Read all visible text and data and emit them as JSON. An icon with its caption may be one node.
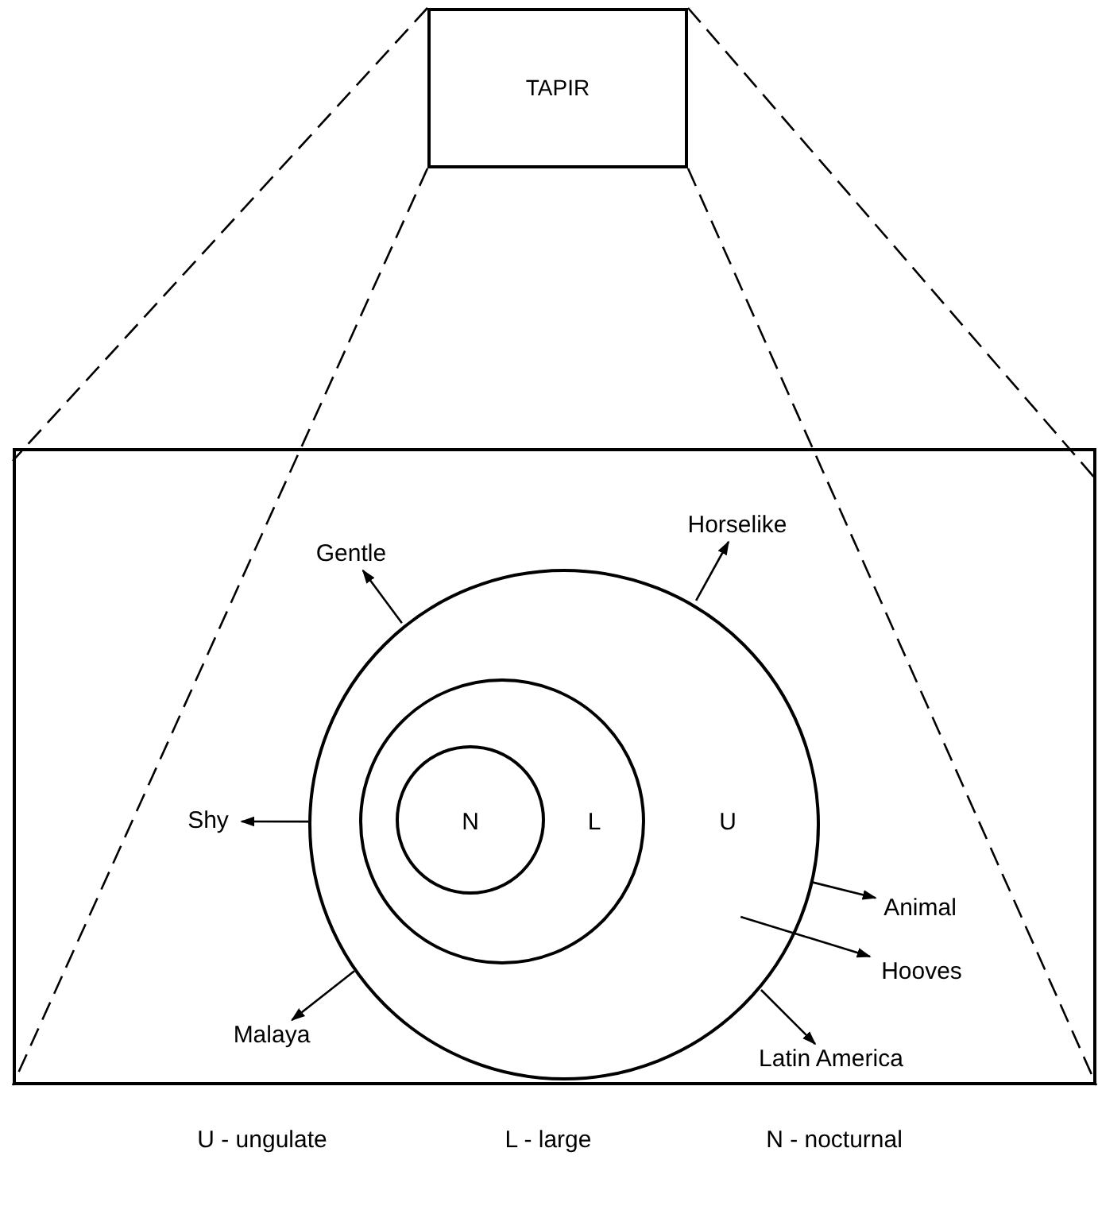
{
  "diagram": {
    "nodes": [
      {
        "text": [
          "TAPIR"
        ]
      },
      {
        "text": [],
        "shape": "box"
      },
      {
        "text": [
          "U"
        ],
        "in": 1
      },
      {
        "text": [
          "L"
        ],
        "in": 2
      },
      {
        "text": [
          "N"
        ],
        "in": 3
      },
      {
        "text": [
          "Gentle"
        ],
        "in": 1
      },
      {
        "text": [
          "Horselike"
        ],
        "in": 1
      },
      {
        "text": [
          "Shy"
        ],
        "in": 1
      },
      {
        "text": [
          "Animal"
        ],
        "in": 1
      },
      {
        "text": [
          "Hooves"
        ],
        "in": 1
      },
      {
        "text": [
          "Malaya"
        ],
        "in": 1
      },
      {
        "text": [
          "Latin America"
        ],
        "in": 1
      }
    ],
    "edges": [
      {
        "from": 0,
        "to": 1,
        "arrow": "none",
        "style": "dashed"
      },
      {
        "from": 0,
        "to": 1,
        "arrow": "none",
        "style": "dashed"
      },
      {
        "from": 0,
        "to": 1,
        "arrow": "none",
        "style": "dashed"
      },
      {
        "from": 0,
        "to": 1,
        "arrow": "none",
        "style": "dashed"
      },
      {
        "from": 2,
        "to": 5,
        "arrow": "to"
      },
      {
        "from": 2,
        "to": 6,
        "arrow": "to"
      },
      {
        "from": 2,
        "to": 7,
        "arrow": "to"
      },
      {
        "from": 2,
        "to": 8,
        "arrow": "to"
      },
      {
        "from": 2,
        "to": 9,
        "arrow": "to"
      },
      {
        "from": 2,
        "to": 10,
        "arrow": "to"
      },
      {
        "from": 2,
        "to": 11,
        "arrow": "to"
      }
    ],
    "labels": [
      "U - ungulate",
      "L - large",
      "N - nocturnal"
    ]
  }
}
